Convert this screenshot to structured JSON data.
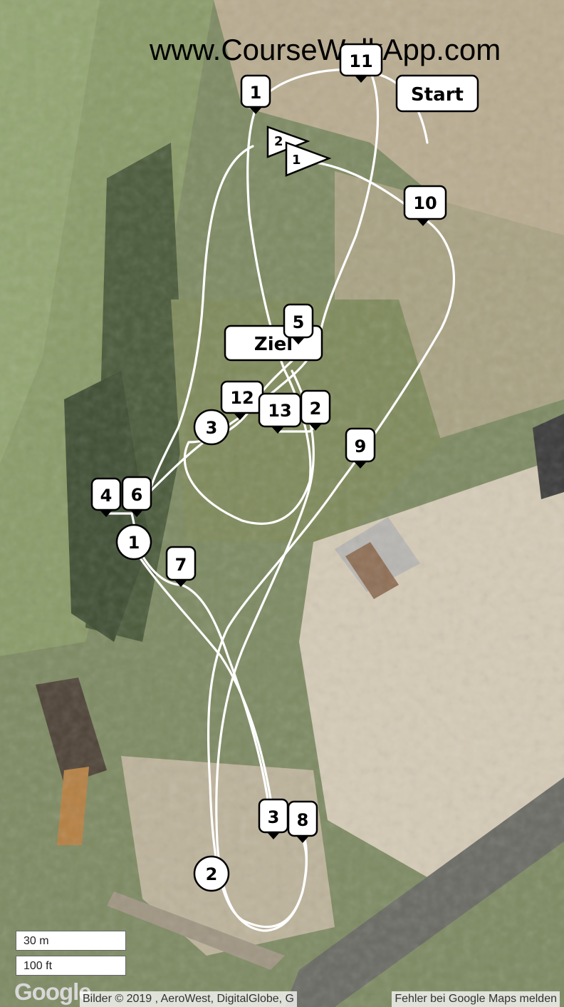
{
  "site_url": "www.CourseWalkApp.com",
  "labels": {
    "start": "Start",
    "finish": "Ziel"
  },
  "markers": {
    "m1_top": "1",
    "m11": "11",
    "m10": "10",
    "m5": "5",
    "m12": "12",
    "m13": "13",
    "m2_mid": "2",
    "m3_mid": "3",
    "m9": "9",
    "m4": "4",
    "m6": "6",
    "m1_mid": "1",
    "m7": "7",
    "m3_low": "3",
    "m8": "8",
    "m2_low": "2"
  },
  "flags": {
    "flag_2": "2",
    "flag_1": "1"
  },
  "scale": {
    "metric": "30 m",
    "imperial": "100 ft"
  },
  "attribution": {
    "logo": "Google",
    "imagery": "Bilder © 2019 , AeroWest, DigitalGlobe, G",
    "report": "Fehler bei Google Maps melden"
  },
  "colors": {
    "marker_fill": "#ffffff",
    "marker_stroke": "#000000",
    "route": "#ffffff"
  }
}
